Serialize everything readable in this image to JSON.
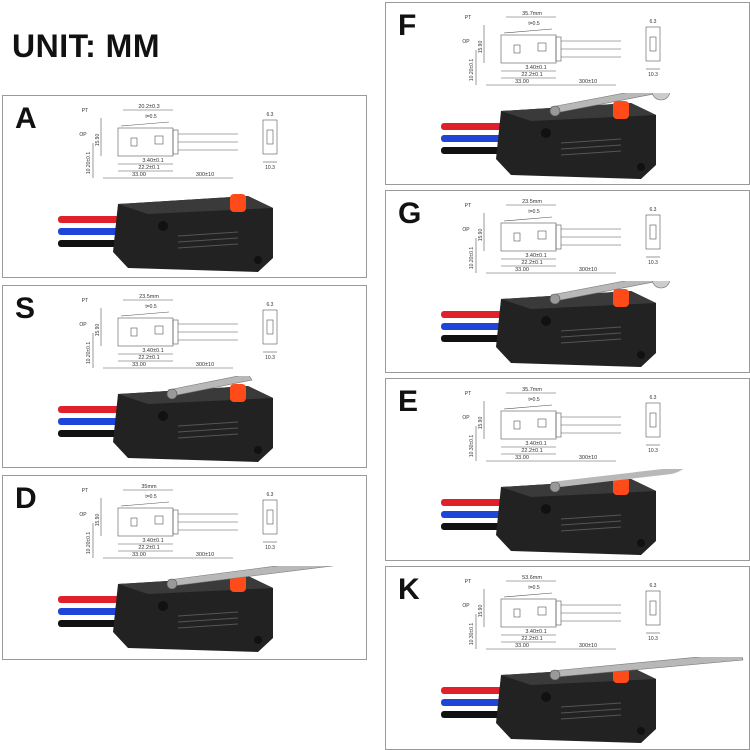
{
  "unit_label": "UNIT: MM",
  "colors": {
    "wire_red": "#e0202a",
    "wire_blue": "#1f45d8",
    "wire_black": "#111111",
    "body": "#222222",
    "button": "#ff4a1a",
    "lever": "#b8b8b8",
    "panel_border": "#9a9a9a"
  },
  "panels": [
    {
      "id": "A",
      "letter": "A",
      "top_dim": "20.2±0.3",
      "thickness": "t=0.5",
      "d1": "3.40±0.1",
      "d2": "22.2±0.1",
      "d3": "33.00",
      "cable": "300±10",
      "side_w": "10.3",
      "side_t": "6.3",
      "op": "15.90",
      "h": "10.20±0.1"
    },
    {
      "id": "S",
      "letter": "S",
      "top_dim": "23.5mm",
      "thickness": "t=0.5",
      "d1": "3.40±0.1",
      "d2": "22.2±0.1",
      "d3": "33.00",
      "cable": "300±10",
      "side_w": "10.3",
      "side_t": "6.3",
      "op": "15.90",
      "h": "10.20±0.1"
    },
    {
      "id": "D",
      "letter": "D",
      "top_dim": "35mm",
      "thickness": "t=0.5",
      "d1": "3.40±0.1",
      "d2": "22.2±0.1",
      "d3": "33.00",
      "cable": "300±10",
      "side_w": "10.3",
      "side_t": "6.3",
      "op": "15.90",
      "h": "10.20±0.1"
    },
    {
      "id": "F",
      "letter": "F",
      "top_dim": "35.7mm",
      "thickness": "t=0.5",
      "d1": "3.40±0.1",
      "d2": "22.2±0.1",
      "d3": "33.00",
      "cable": "300±10",
      "side_w": "10.3",
      "side_t": "6.3",
      "op": "15.90",
      "h": "10.20±0.1"
    },
    {
      "id": "G",
      "letter": "G",
      "top_dim": "23.5mm",
      "thickness": "t=0.5",
      "d1": "3.40±0.1",
      "d2": "22.2±0.1",
      "d3": "33.00",
      "cable": "300±10",
      "side_w": "10.3",
      "side_t": "6.3",
      "op": "15.90",
      "h": "10.20±0.1"
    },
    {
      "id": "E",
      "letter": "E",
      "top_dim": "35.7mm",
      "thickness": "t=0.5",
      "d1": "3.40±0.1",
      "d2": "22.2±0.1",
      "d3": "33.00",
      "cable": "300±10",
      "side_w": "10.3",
      "side_t": "6.3",
      "op": "15.90",
      "h": "10.30±0.1"
    },
    {
      "id": "K",
      "letter": "K",
      "top_dim": "53.6mm",
      "thickness": "t=0.5",
      "d1": "3.40±0.1",
      "d2": "22.2±0.1",
      "d3": "33.00",
      "cable": "300±10",
      "side_w": "10.3",
      "side_t": "6.3",
      "op": "15.90",
      "h": "10.30±0.1"
    }
  ]
}
